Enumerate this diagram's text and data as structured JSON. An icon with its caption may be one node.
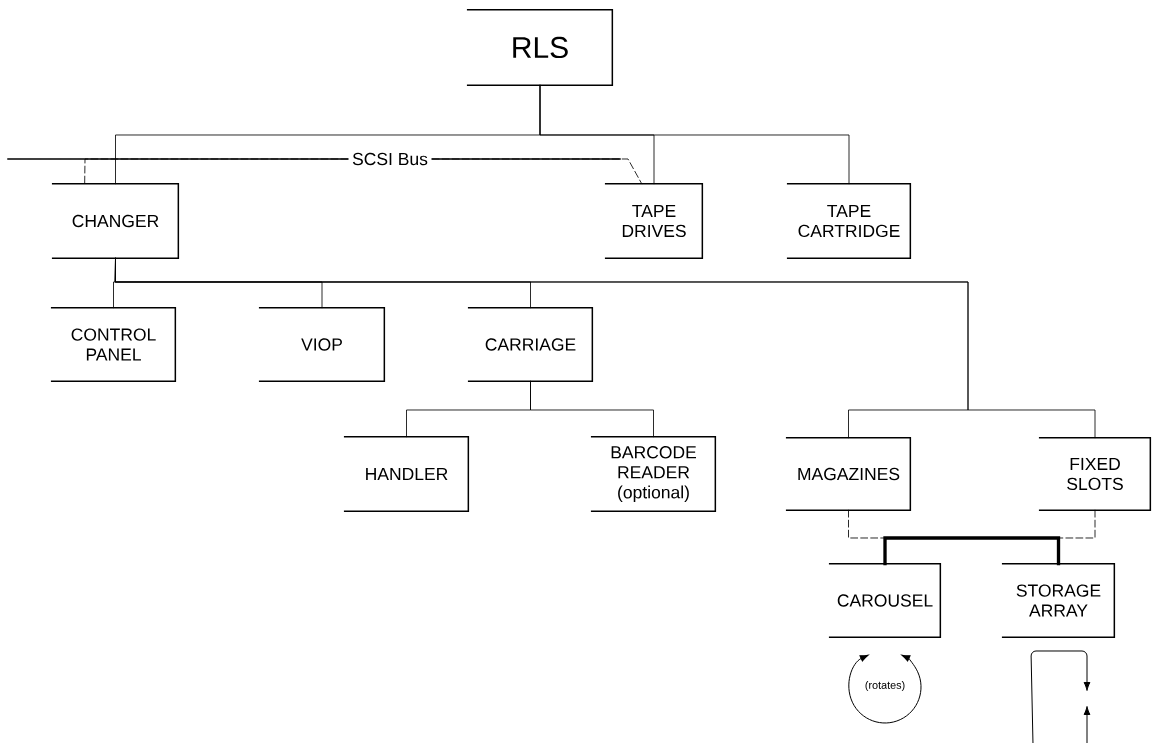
{
  "diagram": {
    "nodes": [
      {
        "text": [
          "RLS"
        ]
      },
      {
        "text": [
          "SCSI Bus"
        ]
      },
      {
        "text": [
          "CHANGER"
        ]
      },
      {
        "text": [
          "TAPE DRIVES"
        ]
      },
      {
        "text": [
          "TAPE CARTRIDGE"
        ]
      },
      {
        "text": [
          "CONTROL PANEL"
        ]
      },
      {
        "text": [
          "VIOP"
        ]
      },
      {
        "text": [
          "CARRIAGE"
        ]
      },
      {
        "text": [
          "HANDLER"
        ]
      },
      {
        "text": [
          "BARCODE READER",
          "(optional)"
        ]
      },
      {
        "text": [
          "MAGAZINES"
        ]
      },
      {
        "text": [
          "FIXED SLOTS"
        ]
      },
      {
        "text": [
          "CAROUSEL"
        ]
      },
      {
        "text": [
          "STORAGE ARRAY"
        ]
      }
    ],
    "edges": [
      {
        "from": 0,
        "to": 2,
        "arrow": "none"
      },
      {
        "from": 0,
        "to": 3,
        "arrow": "none"
      },
      {
        "from": 0,
        "to": 4,
        "arrow": "none"
      },
      {
        "from": null,
        "to": 1,
        "arrow": "none"
      },
      {
        "from": 1,
        "to": 2,
        "arrow": "none",
        "style": "dashed"
      },
      {
        "from": 1,
        "to": 3,
        "arrow": "none",
        "style": "dashed"
      },
      {
        "from": 2,
        "to": 5,
        "arrow": "none"
      },
      {
        "from": 2,
        "to": 6,
        "arrow": "none"
      },
      {
        "from": 2,
        "to": 7,
        "arrow": "none"
      },
      {
        "from": 2,
        "to": 10,
        "arrow": "none"
      },
      {
        "from": 2,
        "to": 11,
        "arrow": "none"
      },
      {
        "from": 7,
        "to": 8,
        "arrow": "none"
      },
      {
        "from": 7,
        "to": 9,
        "arrow": "none"
      },
      {
        "from": 10,
        "to": 12,
        "arrow": "none",
        "style": "dashed"
      },
      {
        "from": 11,
        "to": 13,
        "arrow": "none",
        "style": "dashed"
      },
      {
        "from": 12,
        "to": 13,
        "arrow": "none",
        "style": "thick"
      }
    ],
    "labels": [
      "(rotates)"
    ]
  }
}
